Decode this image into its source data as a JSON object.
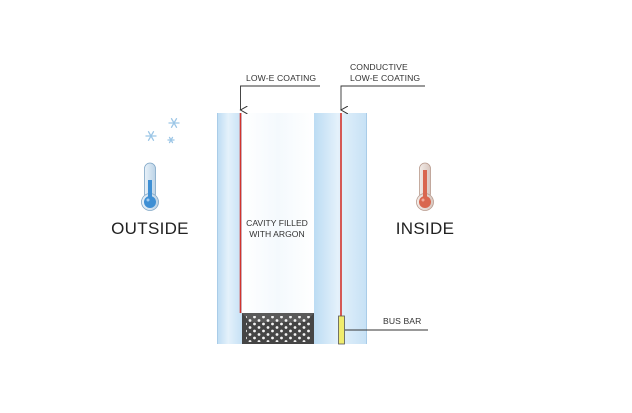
{
  "labels": {
    "low_e_coating": "LOW-E COATING",
    "conductive_line1": "CONDUCTIVE",
    "conductive_line2": "LOW-E COATING",
    "outside": "OUTSIDE",
    "inside": "INSIDE",
    "cavity_line1": "CAVITY FILLED",
    "cavity_line2": "WITH ARGON",
    "bus_bar": "BUS BAR"
  },
  "icons": {
    "outside_thermometer": "thermometer-cold-icon",
    "inside_thermometer": "thermometer-hot-icon",
    "snowflakes": "snowflake-icon"
  },
  "colors": {
    "glass": "#cfe6f7",
    "coating": "#d2332c",
    "spacer": "#444444",
    "bus_bar": "#f0ec6e",
    "cold": "#3e8fd4",
    "hot": "#d9674f",
    "snow": "#9cc6e6"
  }
}
